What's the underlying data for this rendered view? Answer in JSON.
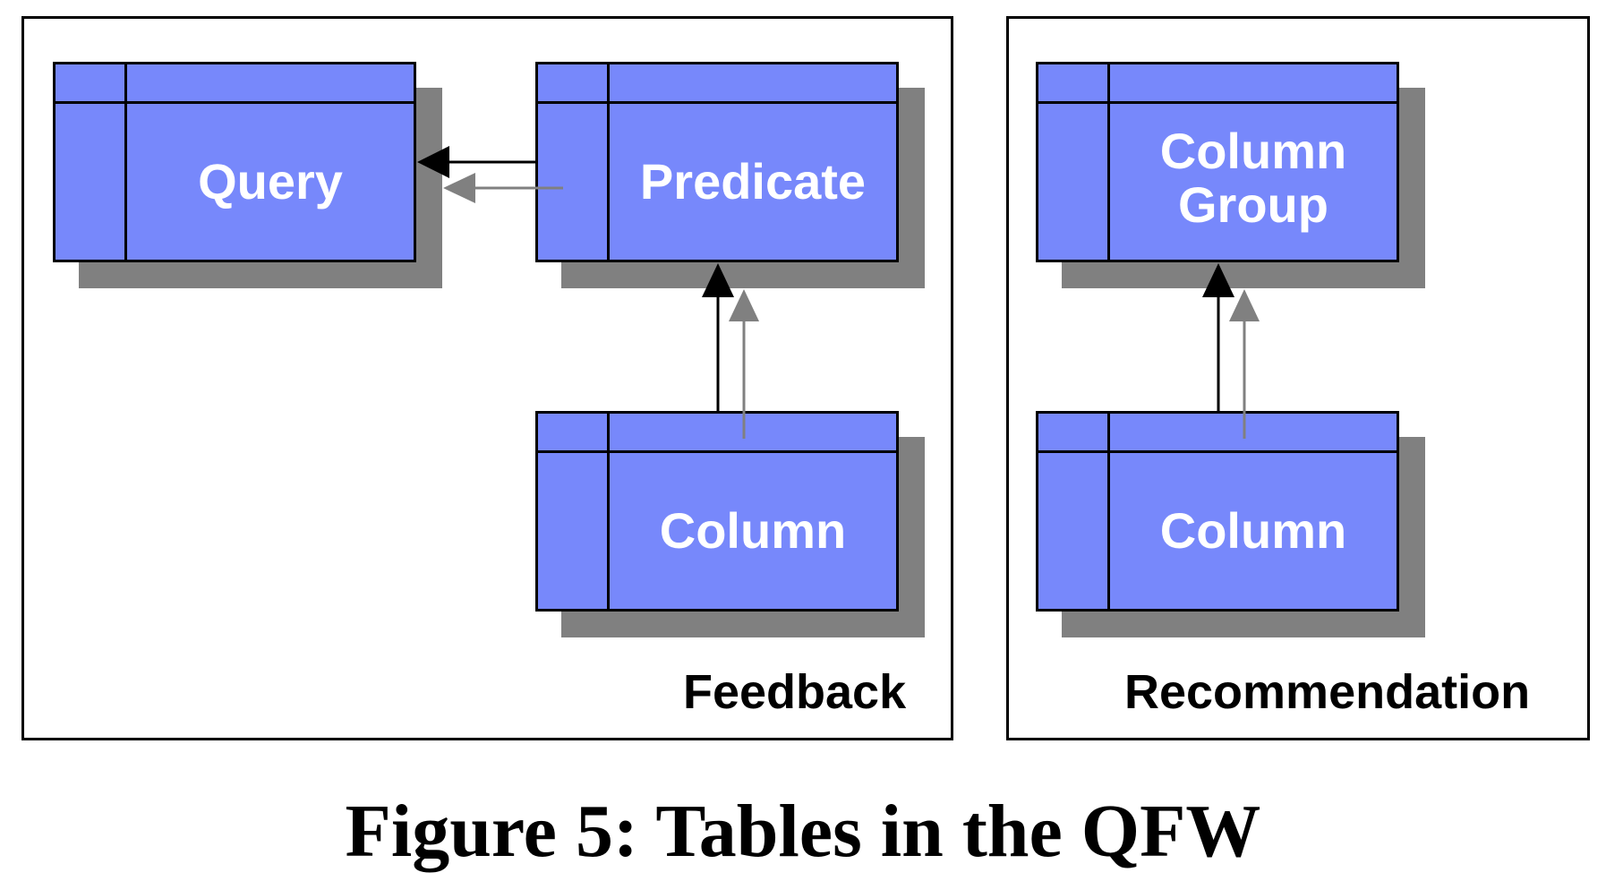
{
  "panels": {
    "feedback": {
      "label": "Feedback",
      "tables": {
        "query": "Query",
        "predicate": "Predicate",
        "column": "Column"
      }
    },
    "recommendation": {
      "label": "Recommendation",
      "tables": {
        "column_group": "Column\nGroup",
        "column": "Column"
      }
    }
  },
  "caption": "Figure 5: Tables in the QFW",
  "colors": {
    "table_fill": "#7788fb",
    "shadow": "#808080",
    "arrow_primary": "#000000",
    "arrow_secondary": "#808080"
  }
}
